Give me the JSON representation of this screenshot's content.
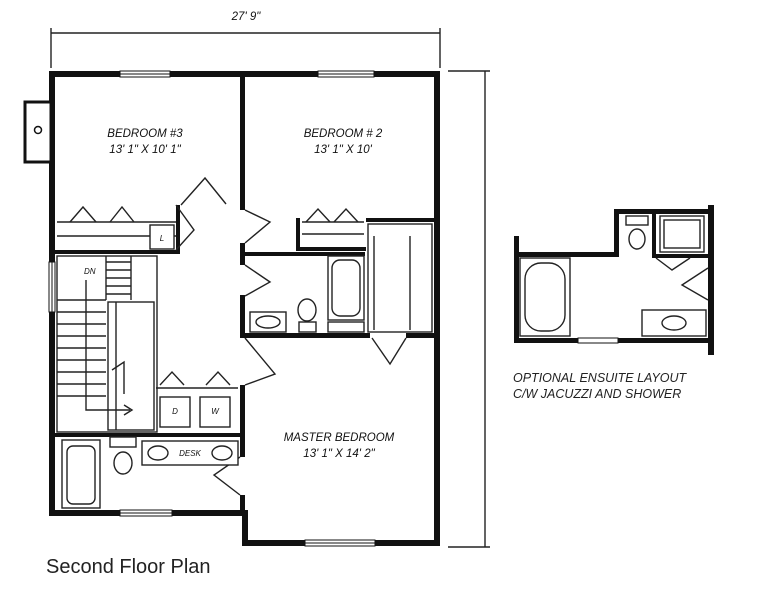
{
  "overall_width": "27' 9\"",
  "rooms": {
    "bedroom3": {
      "name": "BEDROOM #3",
      "size": "13' 1\" X 10' 1\""
    },
    "bedroom2": {
      "name": "BEDROOM # 2",
      "size": "13' 1\" X 10'"
    },
    "master": {
      "name": "MASTER BEDROOM",
      "size": "13' 1\" X 14' 2\""
    }
  },
  "markers": {
    "linen": "L",
    "stair_down": "DN",
    "dryer": "D",
    "washer": "W",
    "desk": "DESK"
  },
  "ensuite_note": {
    "line1": "OPTIONAL ENSUITE LAYOUT",
    "line2": "C/W JACUZZI AND SHOWER"
  },
  "caption": "Second Floor Plan"
}
